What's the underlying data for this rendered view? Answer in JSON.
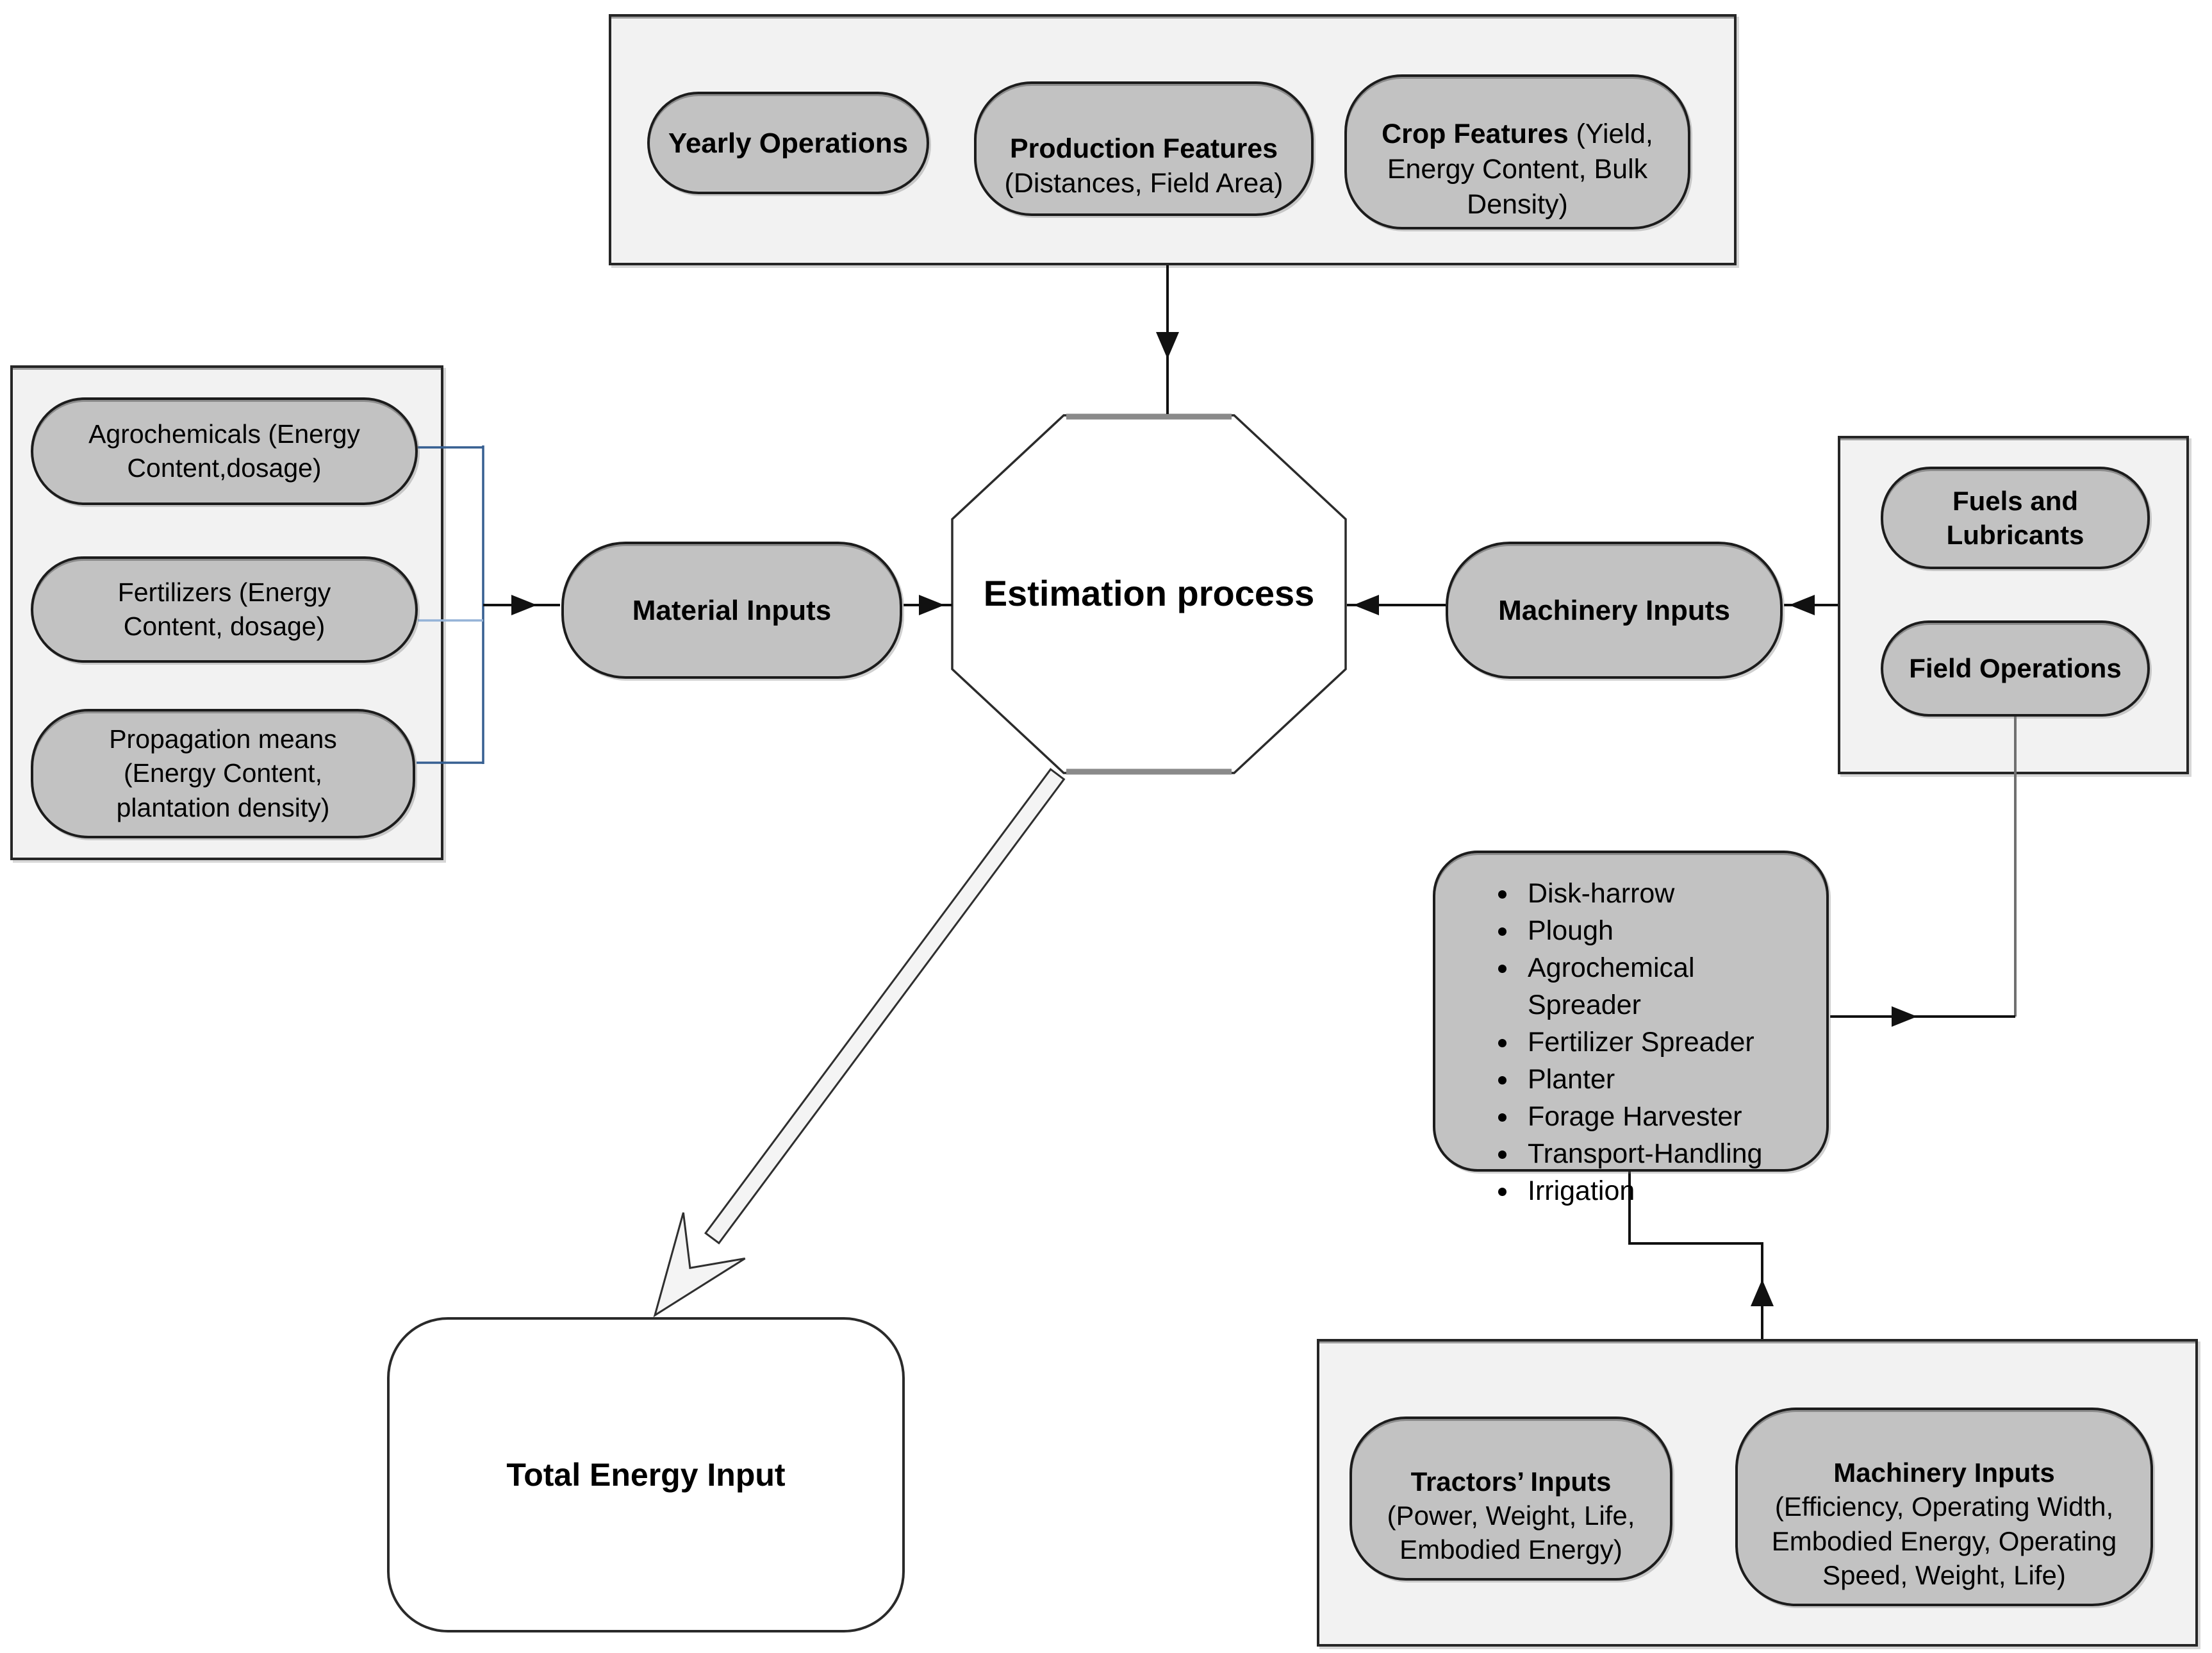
{
  "top_group": {
    "pills": [
      {
        "title": "Yearly Operations",
        "subtitle": ""
      },
      {
        "title": "Production Features",
        "subtitle": "(Distances, Field Area)"
      },
      {
        "title": "Crop Features",
        "subtitle": "(Yield,\nEnergy Content, Bulk\nDensity)"
      }
    ]
  },
  "left_group": {
    "pills": [
      {
        "text": "Agrochemicals (Energy\nContent,dosage)"
      },
      {
        "text": "Fertilizers (Energy\nContent, dosage)"
      },
      {
        "text": "Propagation means\n(Energy Content,\nplantation density)"
      }
    ]
  },
  "right_group": {
    "pills": [
      {
        "label": "Fuels and\nLubricants"
      },
      {
        "label": "Field Operations"
      }
    ]
  },
  "process": {
    "label": "Estimation process"
  },
  "material_node": {
    "label": "Material Inputs"
  },
  "machinery_node": {
    "label": "Machinery Inputs"
  },
  "implements": {
    "items": [
      "Disk-harrow",
      "Plough",
      "Agrochemical Spreader",
      "Fertilizer Spreader",
      "Planter",
      "Forage Harvester",
      "Transport-Handling",
      "Irrigation"
    ]
  },
  "bottom_group": {
    "pills": [
      {
        "title": "Tractors’ Inputs",
        "subtitle": "(Power, Weight, Life,\nEmbodied Energy)"
      },
      {
        "title": "Machinery Inputs",
        "subtitle": "(Efficiency, Operating Width,\nEmbodied Energy, Operating\nSpeed, Weight, Life)"
      }
    ]
  },
  "output_box": {
    "label": "Total Energy Input"
  },
  "colors": {
    "node_fill": "#c2c2c2",
    "group_fill": "#f2f2f2",
    "outline": "#1c1c1c",
    "connector_black": "#111111",
    "connector_blue_dark": "#365f91",
    "connector_blue_light": "#95b3d7",
    "connector_gray": "#707070",
    "octagon_edge_shadow": "#8a8a8a"
  }
}
